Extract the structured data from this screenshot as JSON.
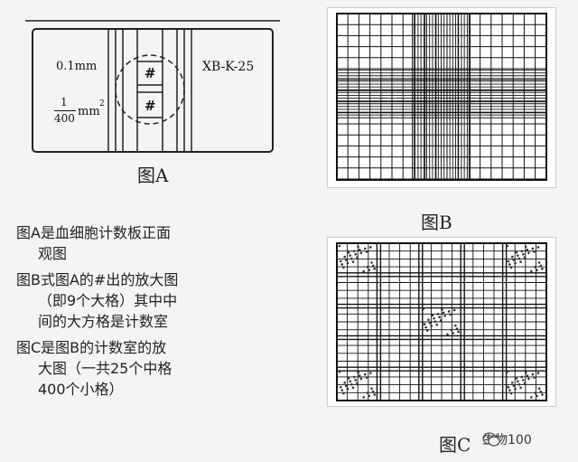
{
  "figA": {
    "spec_left": "0.1mm",
    "area_num": "1",
    "area_den": "400",
    "area_unit": "mm",
    "area_exp": "2",
    "model": "XB-K-25",
    "hash_top": "#",
    "hash_bottom": "#",
    "caption": "图A"
  },
  "figB": {
    "caption": "图B"
  },
  "figC": {
    "caption": "图C"
  },
  "description": {
    "lines": [
      "图A是血细胞计数板正面",
      "观图",
      "图B式图A的#出的放大图",
      "（即9个大格）其中中",
      "间的大方格是计数室",
      "图C是图B的计数室的放",
      "大图（一共25个中格",
      "400个小格）"
    ]
  },
  "watermark": {
    "text": "生物100"
  }
}
